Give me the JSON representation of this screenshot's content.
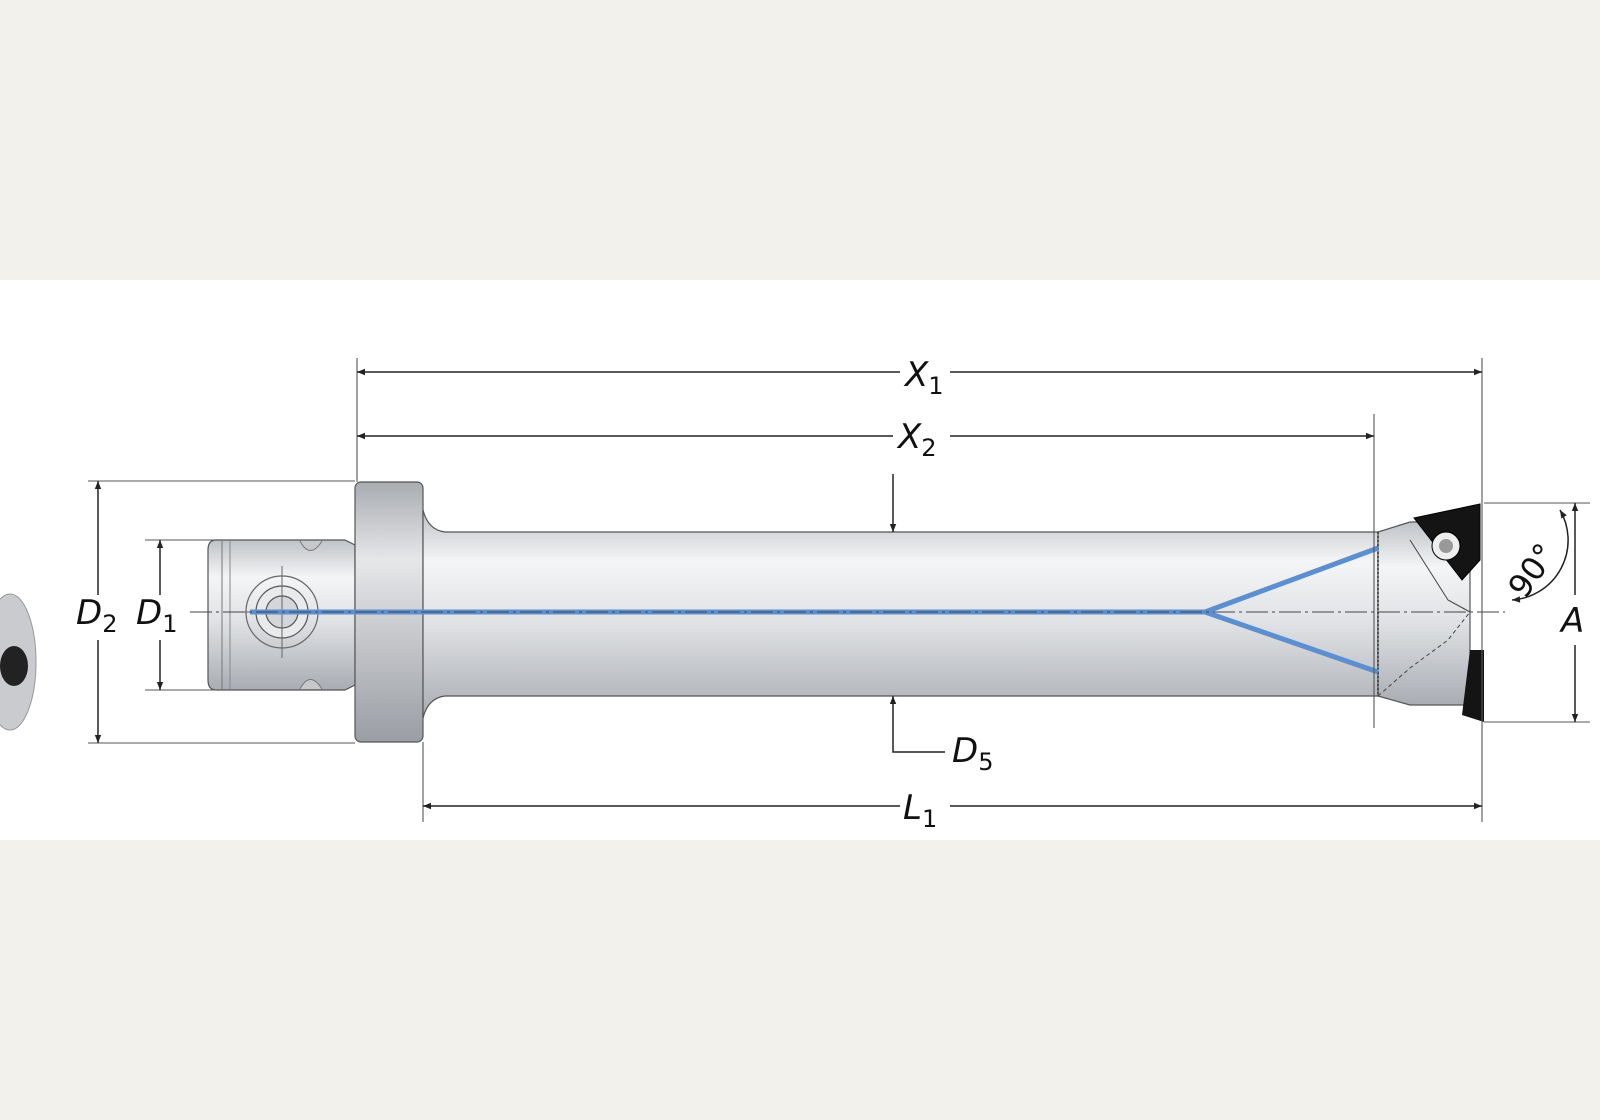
{
  "diagram": {
    "dimensions": {
      "x1": {
        "main": "X",
        "sub": "1"
      },
      "x2": {
        "main": "X",
        "sub": "2"
      },
      "l1": {
        "main": "L",
        "sub": "1"
      },
      "d1": {
        "main": "D",
        "sub": "1"
      },
      "d2": {
        "main": "D",
        "sub": "2"
      },
      "d5": {
        "main": "D",
        "sub": "5"
      },
      "a": {
        "main": "A"
      },
      "angle": "90°"
    },
    "colors": {
      "coolant": "#5b8fd0",
      "body": "#d6d8dc",
      "insert": "#141414",
      "background": "#f2f1ec",
      "panel": "#ffffff"
    }
  }
}
